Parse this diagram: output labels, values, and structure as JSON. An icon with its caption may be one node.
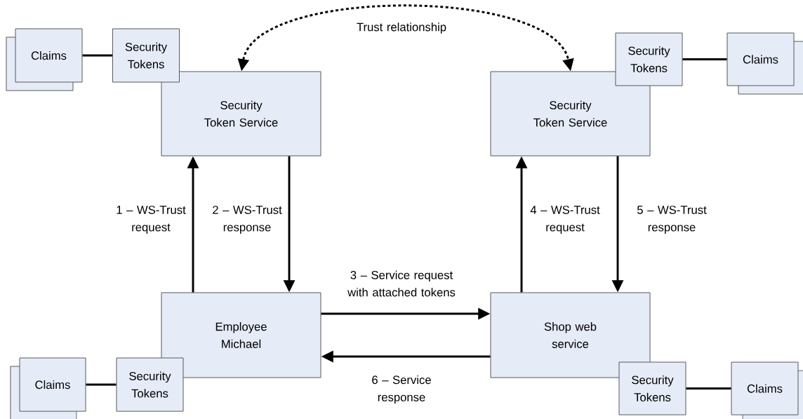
{
  "diagram": {
    "nodes": [
      {
        "text": [
          "Claims"
        ]
      },
      {
        "text": [
          "Security Tokens"
        ]
      },
      {
        "text": [
          "Security Tokens"
        ]
      },
      {
        "text": [
          "Claims"
        ]
      },
      {
        "text": [
          "Security Token Service"
        ]
      },
      {
        "text": [
          "Security Token Service"
        ]
      },
      {
        "text": [
          "Employee Michael"
        ]
      },
      {
        "text": [
          "Shop web service"
        ]
      },
      {
        "text": [
          "Claims"
        ]
      },
      {
        "text": [
          "Security Tokens"
        ]
      },
      {
        "text": [
          "Security Tokens"
        ]
      },
      {
        "text": [
          "Claims"
        ]
      }
    ],
    "edges": [
      {
        "from": 4,
        "to": 5,
        "arrow": "both",
        "style": "dashed",
        "label": "Trust relationship"
      },
      {
        "from": 0,
        "to": 1,
        "arrow": "none"
      },
      {
        "from": 2,
        "to": 3,
        "arrow": "none"
      },
      {
        "from": 6,
        "to": 4,
        "arrow": "to",
        "label": "1 – WS-Trust request"
      },
      {
        "from": 4,
        "to": 6,
        "arrow": "to",
        "label": "2 – WS-Trust response"
      },
      {
        "from": 7,
        "to": 5,
        "arrow": "to",
        "label": "4 – WS-Trust request"
      },
      {
        "from": 5,
        "to": 7,
        "arrow": "to",
        "label": "5 – WS-Trust response"
      },
      {
        "from": 6,
        "to": 7,
        "arrow": "to",
        "label": "3 – Service request with attached tokens"
      },
      {
        "from": 7,
        "to": 6,
        "arrow": "to",
        "label": "6 – Service response"
      },
      {
        "from": 8,
        "to": 9,
        "arrow": "none"
      },
      {
        "from": 10,
        "to": 11,
        "arrow": "none"
      }
    ]
  }
}
